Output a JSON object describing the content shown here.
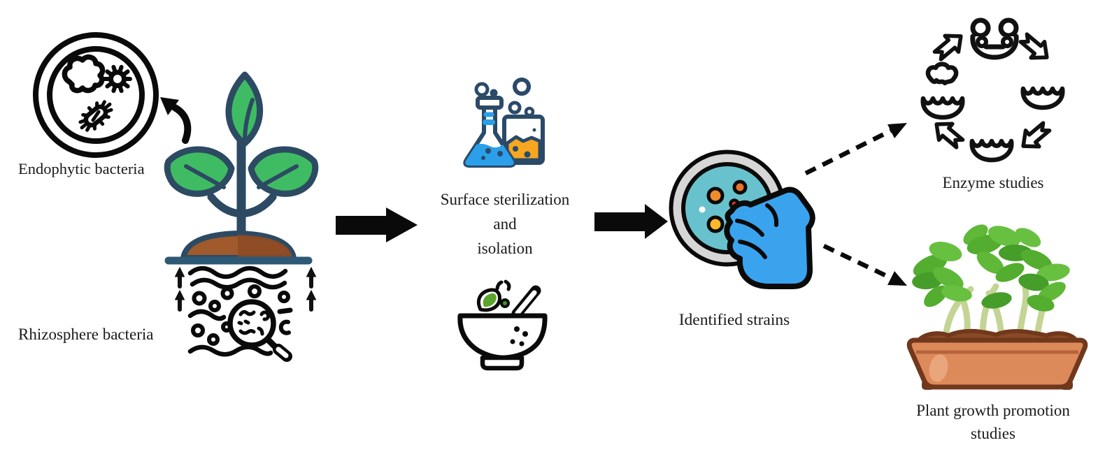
{
  "figure": {
    "title": "Bacteria isolation and characterization workflow",
    "background": "#ffffff",
    "labels": {
      "endophytic": "Endophytic bacteria",
      "rhizosphere": "Rhizosphere bacteria",
      "sterilization": [
        "Surface sterilization",
        "and",
        "isolation"
      ],
      "identified": "Identified strains",
      "enzyme": "Enzyme studies",
      "growth": [
        "Plant growth promotion",
        "studies"
      ]
    },
    "colors": {
      "outline_navy": "#2d4a63",
      "leaf_green": "#3fbc63",
      "soil_brown": "#a05a2b",
      "soil_brown_dark": "#8d4a24",
      "flask_blue": "#2b9fe9",
      "beaker_amber": "#f6a71f",
      "agar_teal": "#68c2cd",
      "glove_blue": "#3aa3ee",
      "colony_orange": "#ef8b2a",
      "colony_yellow": "#fdb92c",
      "colony_red": "#e23c1c",
      "dish_ring_gray": "#d6d6d6",
      "pot_terracotta": "#dd8a5b",
      "pot_outline": "#71381c",
      "pot_soil": "#8a4a26",
      "seedling_stem": "#c3d494",
      "seedling_leaf": "#53ad2f",
      "mortar_leaf_green": "#5aa32c",
      "ink_black": "#111111",
      "text": "#1a1a1a"
    },
    "icons": [
      "petri-dish-bacteria-icon",
      "curved-arrow-icon",
      "plant-seedling-icon",
      "soil-rhizosphere-icon",
      "magnifier-bacteria-icon",
      "flow-arrow-icon",
      "flask-beaker-icon",
      "mortar-pestle-icon",
      "petri-dish-hand-icon",
      "dashed-arrow-icon",
      "enzyme-cycle-icon",
      "planter-seedlings-icon"
    ]
  }
}
